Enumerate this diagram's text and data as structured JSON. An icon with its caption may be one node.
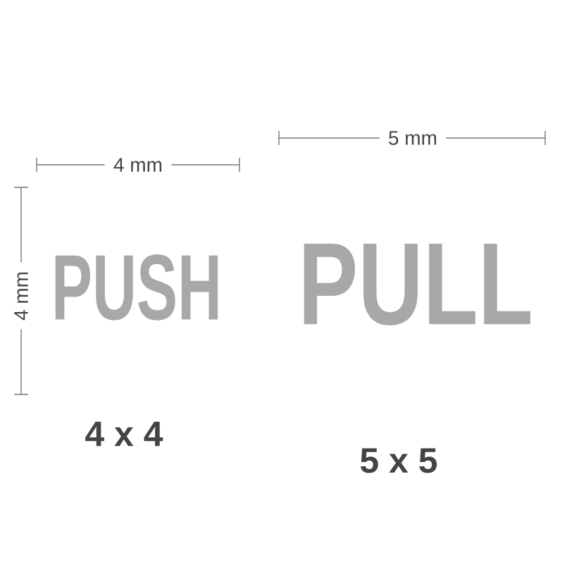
{
  "diagram": {
    "labels": [
      "4 mm",
      "4 mm",
      "PUSH",
      "4 x 4",
      "5 mm",
      "PULL",
      "5 x 5"
    ]
  }
}
